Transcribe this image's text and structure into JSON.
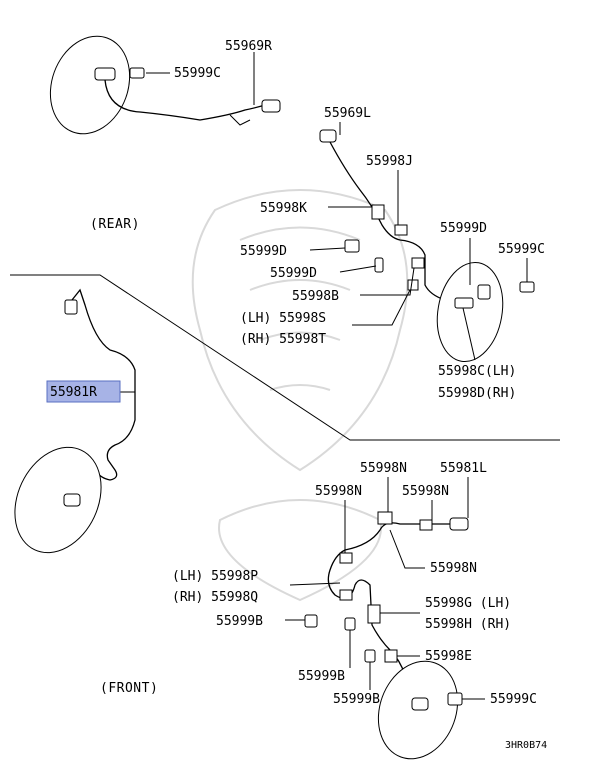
{
  "sections": {
    "rear": "(REAR)",
    "front": "(FRONT)"
  },
  "highlight_color": "#a7b3e6",
  "labels": {
    "r_55969R": "55969R",
    "r_55999C_top": "55999C",
    "r_55969L": "55969L",
    "r_55998J": "55998J",
    "r_55998K": "55998K",
    "r_55999D_left": "55999D",
    "r_55999D_low": "55999D",
    "r_55999D_right": "55999D",
    "r_55999C_right": "55999C",
    "r_55998B": "55998B",
    "r_55998S": "(LH) 55998S",
    "r_55998T": "(RH) 55998T",
    "r_55998C": "55998C(LH)",
    "r_55998D": "55998D(RH)",
    "f_55981R": "55981R",
    "f_55998N_top": "55998N",
    "f_55981L": "55981L",
    "f_55998N_left": "55998N",
    "f_55998N_right": "55998N",
    "f_55998N_low": "55998N",
    "f_55998P": "(LH) 55998P",
    "f_55998Q": "(RH) 55998Q",
    "f_55999B_a": "55999B",
    "f_55998G": "55998G (LH)",
    "f_55998H": "55998H (RH)",
    "f_55998E": "55998E",
    "f_55999B_b": "55999B",
    "f_55999B_c": "55999B",
    "f_55999C": "55999C"
  },
  "diagram_code": "3HR0B74"
}
